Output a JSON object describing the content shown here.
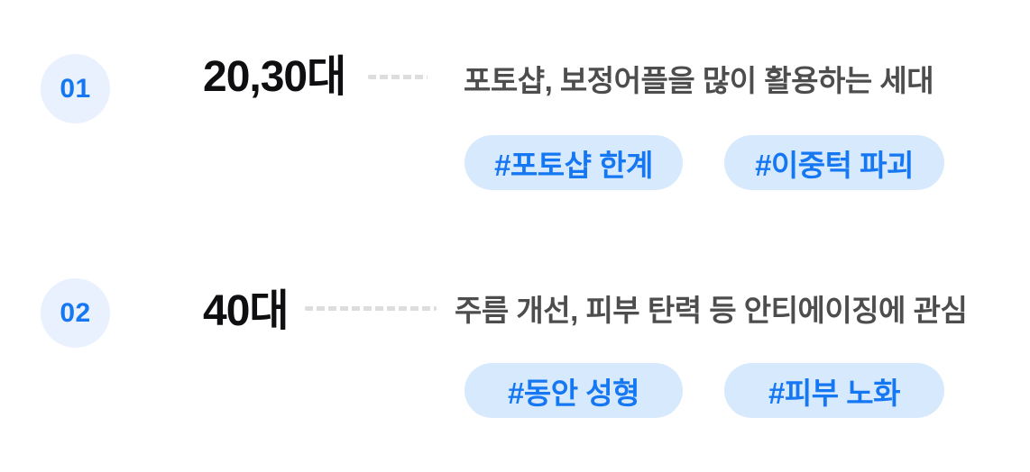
{
  "colors": {
    "background": "#FFFFFF",
    "badge_bg": "#E9F0FE",
    "badge_text": "#1677F2",
    "title_text": "#0F0F11",
    "description_text": "#4D4D4D",
    "dash": "#DDDDDD",
    "tag_bg": "#D6E9FD",
    "tag_text": "#1677F3"
  },
  "rows": [
    {
      "number": "01",
      "age_group": "20,30대",
      "description": "포토샵, 보정어플을 많이 활용하는 세대",
      "tags": [
        "#포토샵 한계",
        "#이중턱 파괴"
      ]
    },
    {
      "number": "02",
      "age_group": "40대",
      "description": "주름 개선, 피부 탄력 등 안티에이징에 관심",
      "tags": [
        "#동안 성형",
        "#피부 노화"
      ]
    }
  ]
}
